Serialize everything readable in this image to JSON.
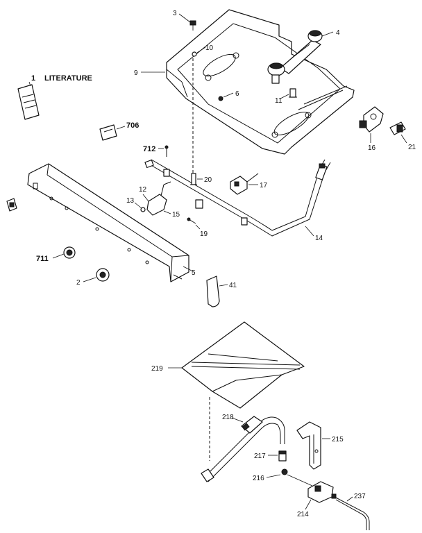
{
  "callouts": {
    "literature_num": "1",
    "literature": "LITERATURE",
    "c2": "2",
    "c3": "3",
    "c4": "4",
    "c5": "5",
    "c6": "6",
    "c9": "9",
    "c10": "10",
    "c11": "11",
    "c12": "12",
    "c13": "13",
    "c14": "14",
    "c15": "15",
    "c16": "16",
    "c17": "17",
    "c19": "19",
    "c20": "20",
    "c21": "21",
    "c41": "41",
    "c214": "214",
    "c215": "215",
    "c216": "216",
    "c217": "217",
    "c218": "218",
    "c219": "219",
    "c237": "237",
    "c706": "706",
    "c711": "711",
    "c712": "712"
  },
  "colors": {
    "ink": "#111111",
    "paper": "#ffffff"
  }
}
